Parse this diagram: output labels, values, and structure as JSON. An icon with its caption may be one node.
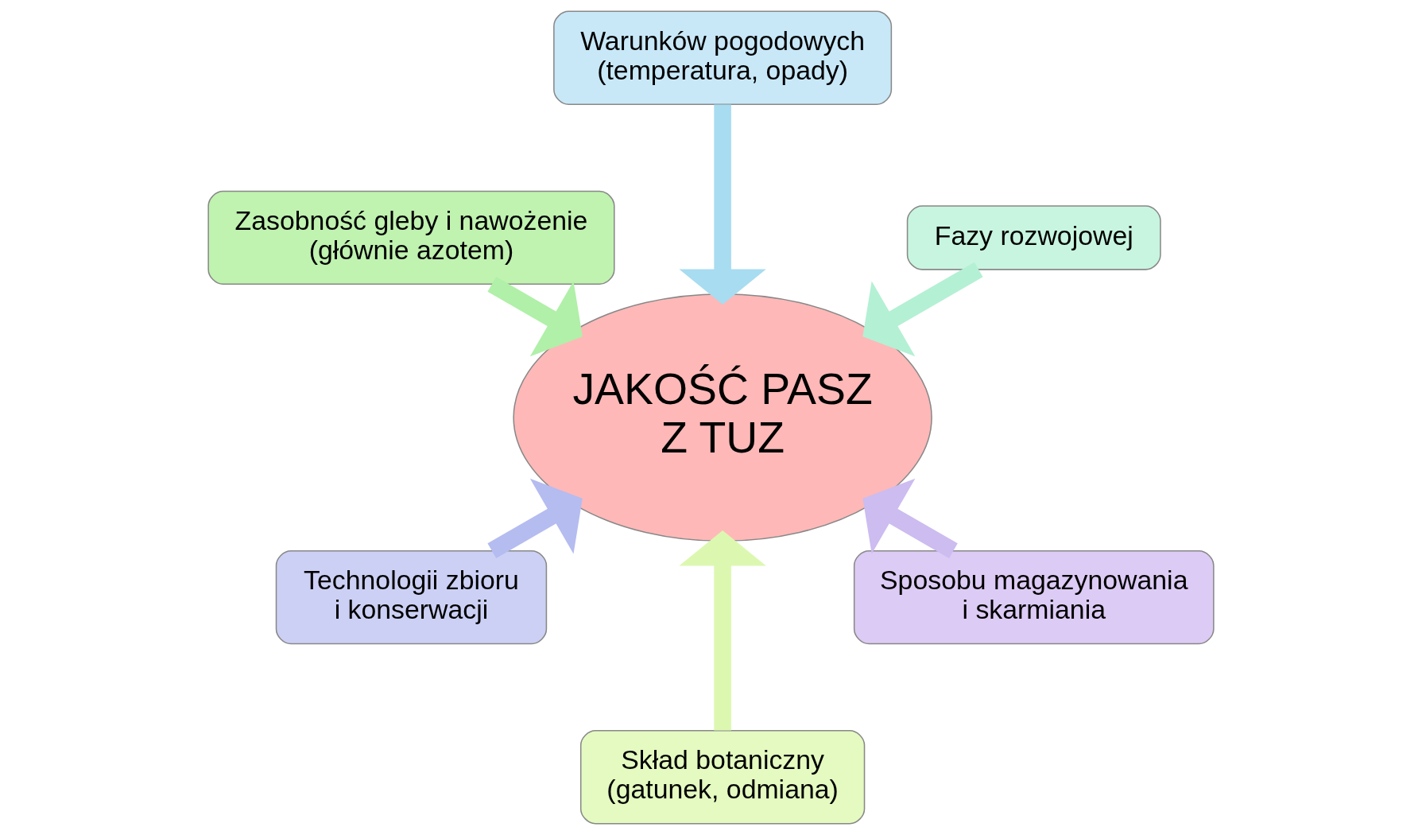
{
  "diagram": {
    "nodes": [
      {
        "text": [
          "Fazy rozwojowej"
        ]
      },
      {
        "text": [
          "Warunków pogodowych",
          "(temperatura, opady)"
        ]
      },
      {
        "text": [
          "Zasobność gleby i nawożenie",
          "(głównie azotem)"
        ]
      },
      {
        "text": [
          "Technologii zbioru",
          "i konserwacji"
        ]
      },
      {
        "text": [
          "Skład botaniczny",
          "(gatunek, odmiana)"
        ]
      },
      {
        "text": [
          "JAKOŚĆ PASZ",
          "Z TUZ"
        ]
      },
      {
        "text": [
          "Sposobu magazynowania",
          "i skarmiania"
        ]
      }
    ],
    "edges": [
      {
        "from": 0,
        "to": 5,
        "arrow": "to",
        "color": "#b4f0d4"
      },
      {
        "from": 1,
        "to": 5,
        "arrow": "to",
        "color": "#a8dcf0"
      },
      {
        "from": 2,
        "to": 5,
        "arrow": "to",
        "color": "#b0f0a8"
      },
      {
        "from": 3,
        "to": 5,
        "arrow": "to",
        "color": "#b4bcf0"
      },
      {
        "from": 4,
        "to": 5,
        "arrow": "to",
        "color": "#dcf8b0"
      },
      {
        "from": 6,
        "to": 5,
        "arrow": "to",
        "color": "#ccbcf0"
      }
    ]
  }
}
